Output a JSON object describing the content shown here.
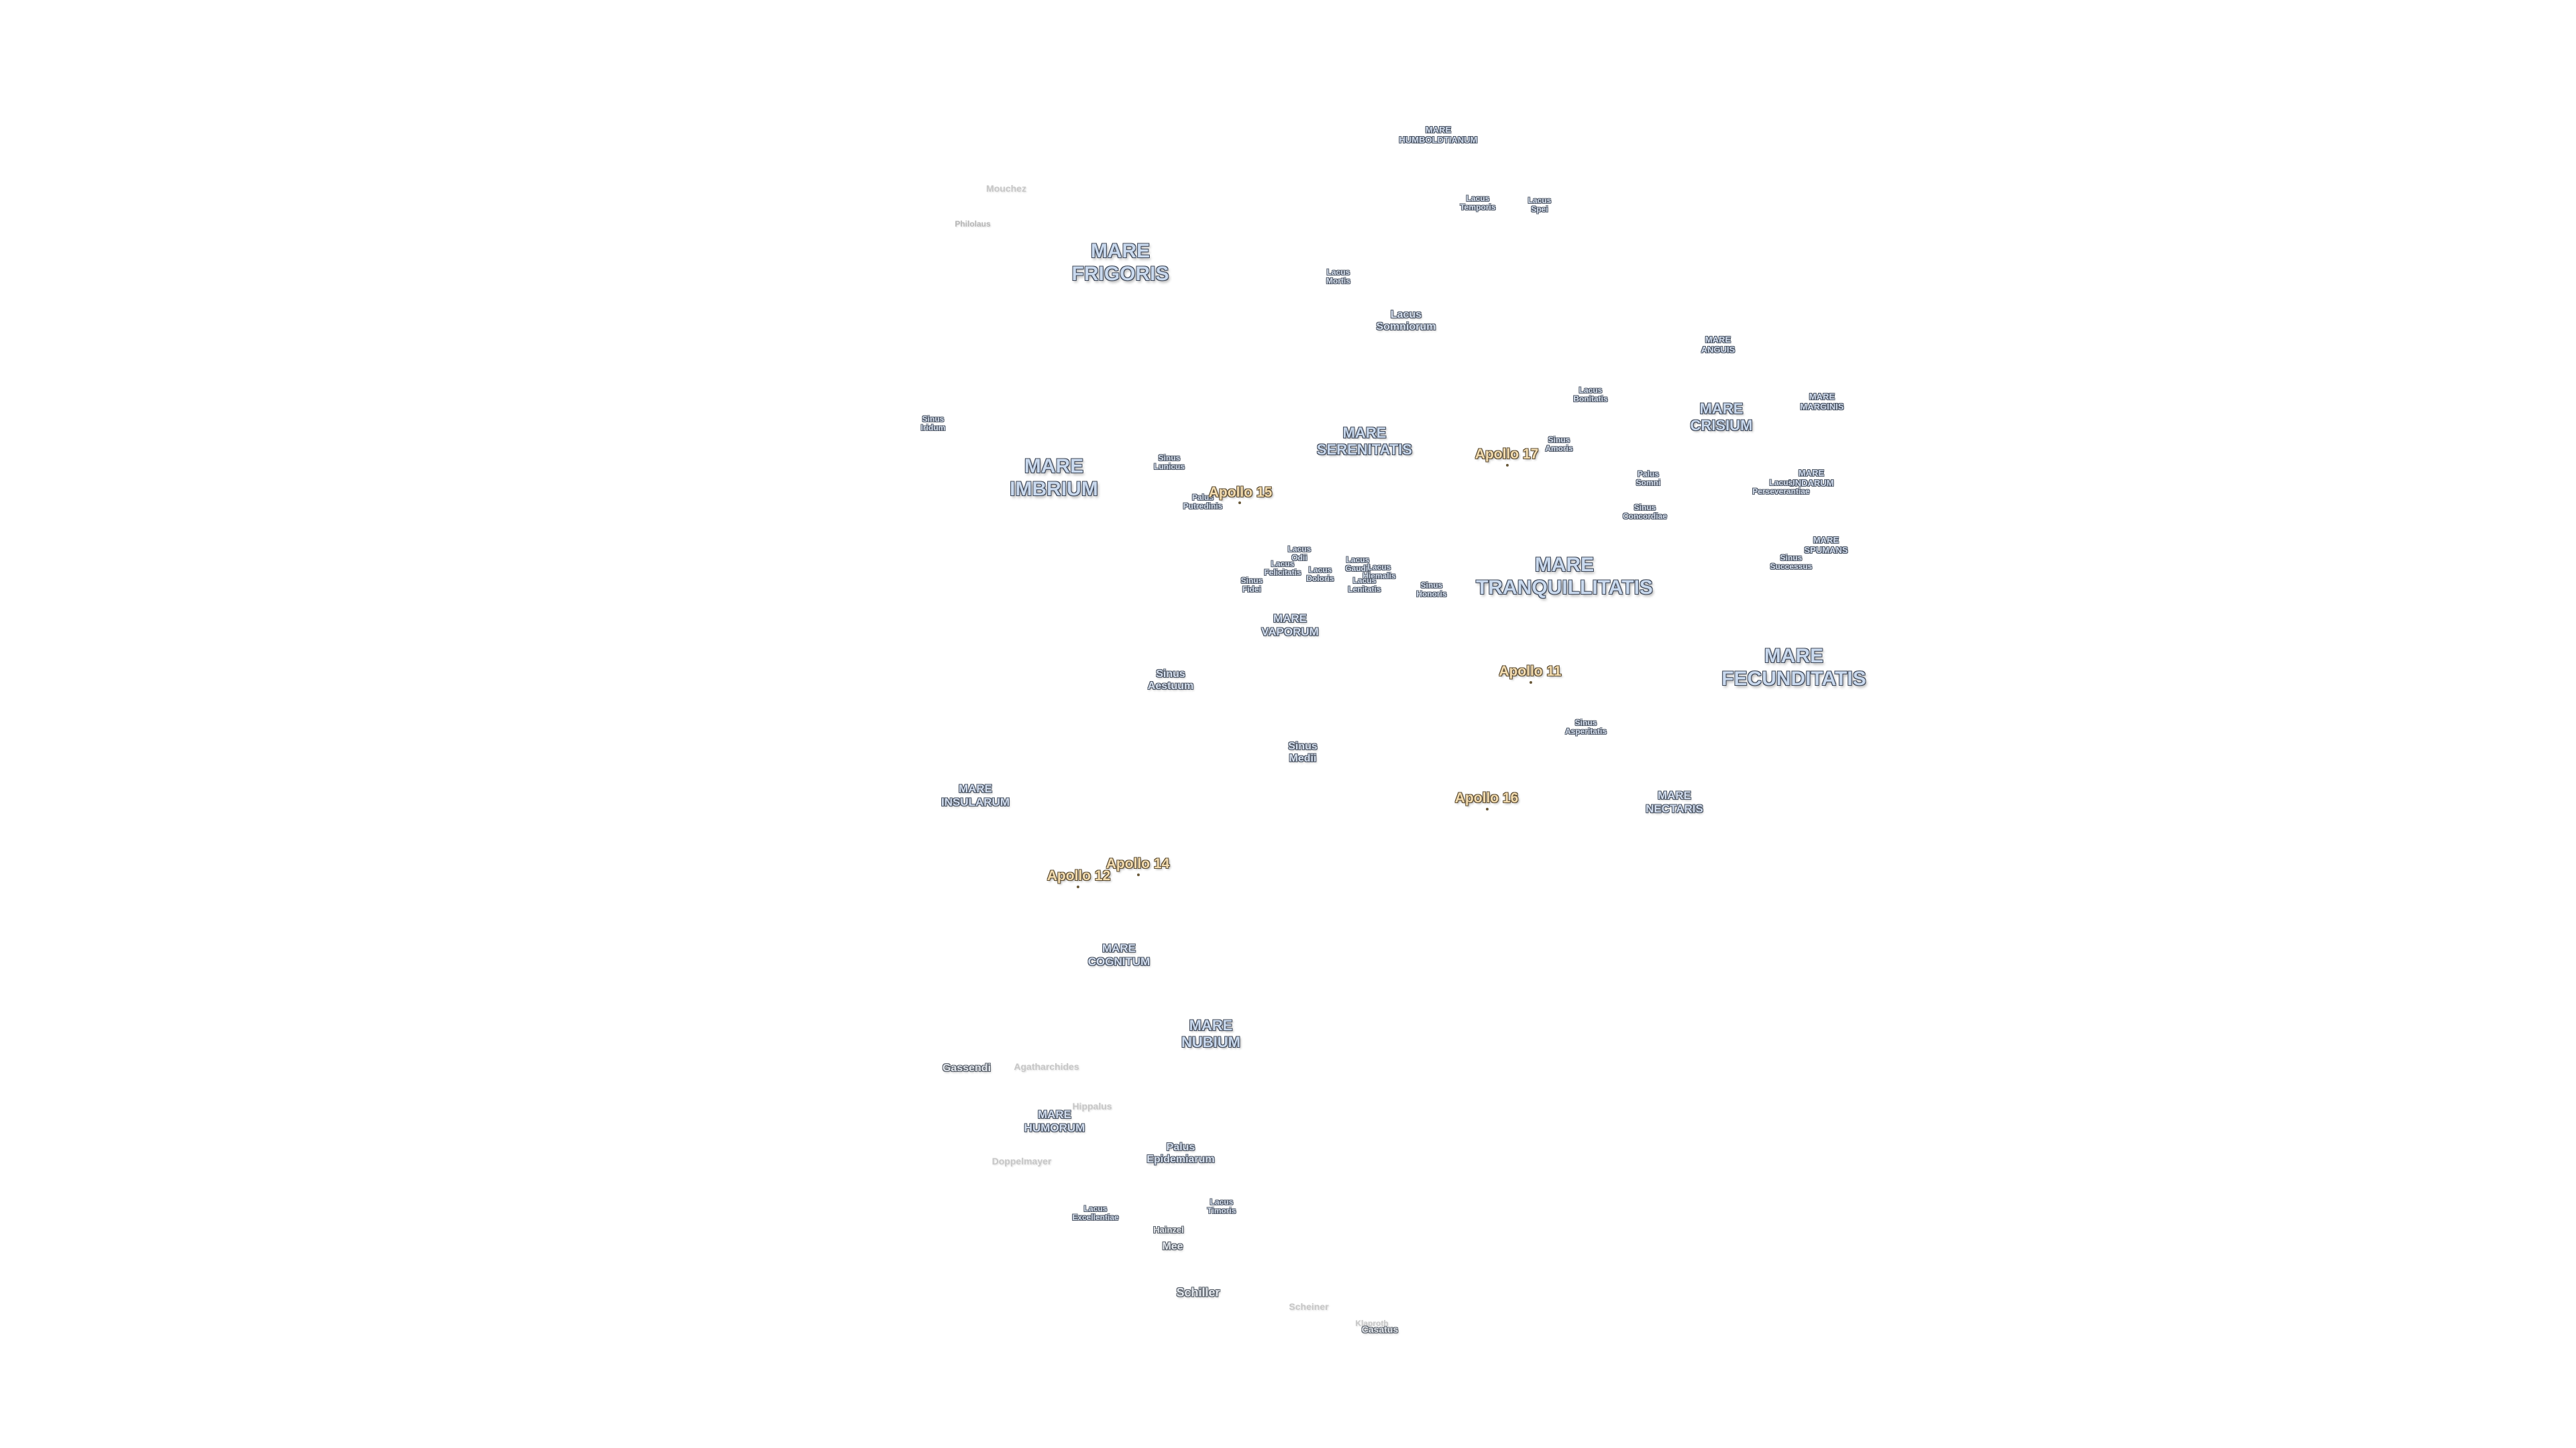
{
  "maria": {
    "frigoris": [
      "MARE",
      "FRIGORIS"
    ],
    "imbrium": [
      "MARE",
      "IMBRIUM"
    ],
    "serenitatis": [
      "MARE",
      "SERENITATIS"
    ],
    "tranquillitatis": [
      "MARE",
      "TRANQUILLITATIS"
    ],
    "fecunditatis": [
      "MARE",
      "FECUNDITATIS"
    ],
    "nubium": [
      "MARE",
      "NUBIUM"
    ],
    "crisium": [
      "MARE",
      "CRISIUM"
    ],
    "humboldtianum": [
      "MARE",
      "HUMBOLDTIANUM"
    ],
    "anguis": [
      "MARE",
      "ANGUIS"
    ],
    "marginis": [
      "MARE",
      "MARGINIS"
    ],
    "undarum": [
      "MARE",
      "UNDARUM"
    ],
    "spumans": [
      "MARE",
      "SPUMANS"
    ],
    "vaporum": [
      "MARE",
      "VAPORUM"
    ],
    "insularum": [
      "MARE",
      "INSULARUM"
    ],
    "nectaris": [
      "MARE",
      "NECTARIS"
    ],
    "cognitum": [
      "MARE",
      "COGNITUM"
    ],
    "humorum": [
      "MARE",
      "HUMORUM"
    ]
  },
  "features": {
    "lacus_temporis": [
      "Lacus",
      "Temporis"
    ],
    "lacus_spei": [
      "Lacus",
      "Spei"
    ],
    "lacus_mortis": [
      "Lacus",
      "Mortis"
    ],
    "lacus_somniorum": [
      "Lacus",
      "Somniorum"
    ],
    "lacus_bonitatis": [
      "Lacus",
      "Bonitatis"
    ],
    "sinus_amoris": [
      "Sinus",
      "Amoris"
    ],
    "sinus_iridum": [
      "Sinus",
      "Iridum"
    ],
    "sinus_lunicus": [
      "Sinus",
      "Lunicus"
    ],
    "palus_putredinis": [
      "Palus",
      "Putredinis"
    ],
    "palus_somni": [
      "Palus",
      "Somni"
    ],
    "sinus_concordiae": [
      "Sinus",
      "Concordiae"
    ],
    "lacus_perseverantiae": [
      "Lacus",
      "Perseverantiae"
    ],
    "sinus_successus": [
      "Sinus",
      "Successus"
    ],
    "lacus_odii": [
      "Lacus",
      "Odii"
    ],
    "lacus_felicitatis": [
      "Lacus",
      "Felicitatis"
    ],
    "lacus_doloris": [
      "Lacus",
      "Doloris"
    ],
    "sinus_fidei": [
      "Sinus",
      "Fidei"
    ],
    "lacus_gaudii": [
      "Lacus",
      "Gaudii"
    ],
    "lacus_hiemalis": [
      "Lacus",
      "Hiemalis"
    ],
    "lacus_lenitatis": [
      "Lacus",
      "Lenitatis"
    ],
    "sinus_honoris": [
      "Sinus",
      "Honoris"
    ],
    "sinus_aestuum": [
      "Sinus",
      "Aestuum"
    ],
    "sinus_medii": [
      "Sinus",
      "Medii"
    ],
    "sinus_asperitatis": [
      "Sinus",
      "Asperitatis"
    ],
    "palus_epidemiarum": [
      "Palus",
      "Epidemiarum"
    ],
    "lacus_timoris": [
      "Lacus",
      "Timoris"
    ],
    "lacus_excellentiae": [
      "Lacus",
      "Excellentiae"
    ]
  },
  "craters": {
    "mouchez": "Mouchez",
    "philolaus": "Philolaus",
    "gassendi": "Gassendi",
    "agatharchides": "Agatharchides",
    "hippalus": "Hippalus",
    "doppelmayer": "Doppelmayer",
    "haine": "Hainzel",
    "mee": "Mee",
    "schiller": "Schiller",
    "scheiner": "Scheiner",
    "klaproth": "Klaproth",
    "casatus": "Casatus"
  },
  "apollo": {
    "a15": "Apollo 15",
    "a17": "Apollo 17",
    "a11": "Apollo 11",
    "a16": "Apollo 16",
    "a14": "Apollo 14",
    "a12": "Apollo 12"
  }
}
